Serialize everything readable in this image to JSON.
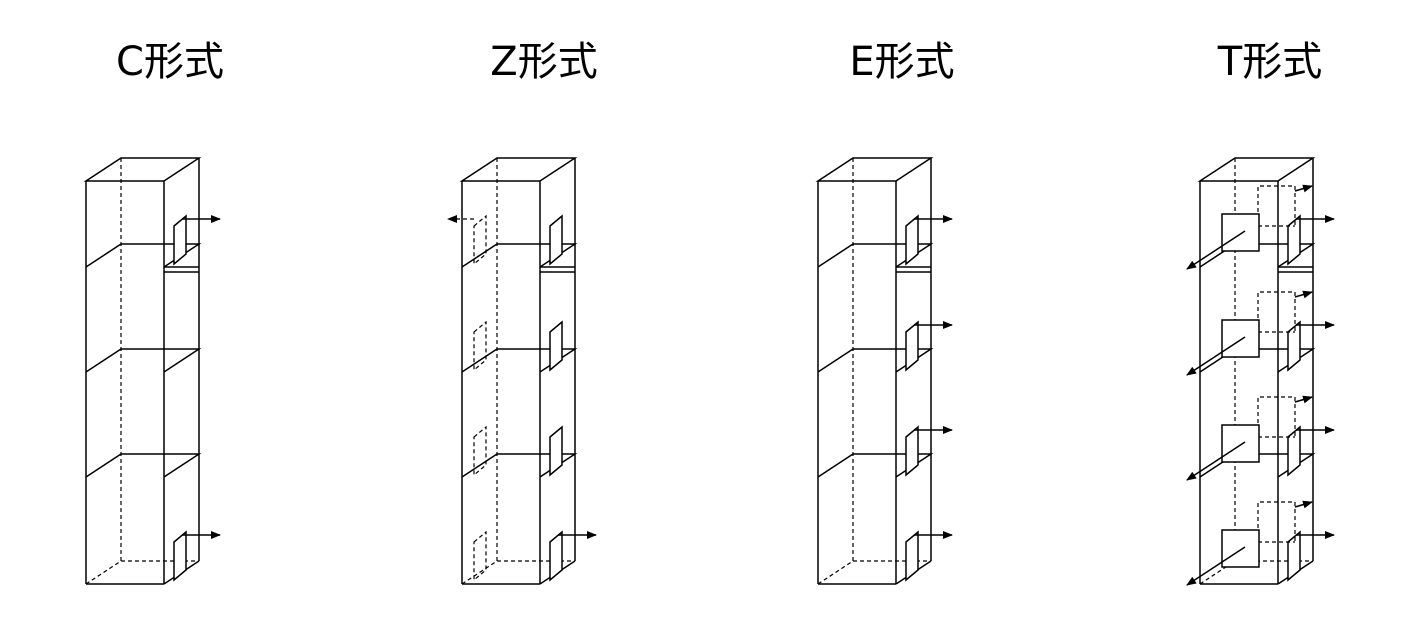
{
  "panels": [
    {
      "title": "C形式"
    },
    {
      "title": "Z形式"
    },
    {
      "title": "E形式"
    },
    {
      "title": "T形式"
    }
  ]
}
